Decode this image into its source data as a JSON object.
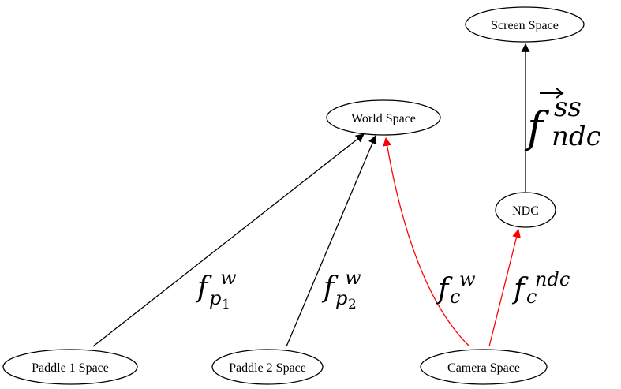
{
  "nodes": {
    "screen_space": {
      "label": "Screen Space"
    },
    "world_space": {
      "label": "World Space"
    },
    "ndc": {
      "label": "NDC"
    },
    "paddle1_space": {
      "label": "Paddle 1 Space"
    },
    "paddle2_space": {
      "label": "Paddle 2 Space"
    },
    "camera_space": {
      "label": "Camera Space"
    }
  },
  "edges": {
    "p1_to_world": {
      "base": "f",
      "sup": "w",
      "sub": "p",
      "subsub": "1",
      "color": "#000000"
    },
    "p2_to_world": {
      "base": "f",
      "sup": "w",
      "sub": "p",
      "subsub": "2",
      "color": "#000000"
    },
    "camera_to_world": {
      "base": "f",
      "sup": "w",
      "sub": "c",
      "color": "#ff0000"
    },
    "camera_to_ndc": {
      "base": "f",
      "sup": "ndc",
      "sub": "c",
      "color": "#ff0000"
    },
    "ndc_to_screen": {
      "base": "f",
      "sup": "ss",
      "sub": "ndc",
      "color": "#000000"
    }
  }
}
